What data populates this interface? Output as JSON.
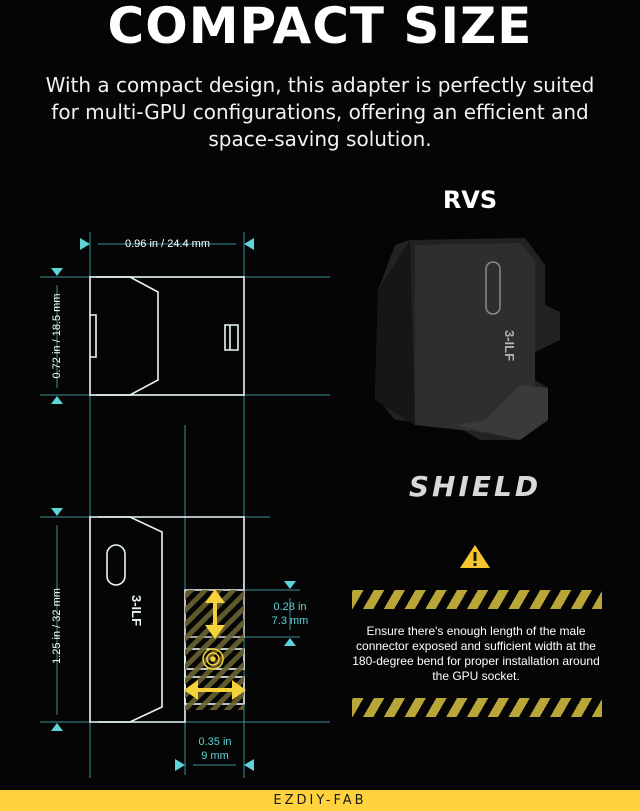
{
  "header": {
    "title": "COMPACT SIZE",
    "description": "With a compact design, this adapter is perfectly suited for multi-GPU configurations, offering an efficient and space-saving solution."
  },
  "product": {
    "model": "RVS",
    "brand": "SHIELD",
    "logo_text": "3-ILF"
  },
  "dimensions": {
    "width": "0.96 in / 24.4 mm",
    "height_top": "0.72 in / 18.5 mm",
    "height_bottom": "1.25 in / 32 mm",
    "gap_vertical_in": "0.28 in",
    "gap_vertical_mm": "7.3 mm",
    "gap_horizontal_in": "0.35 in",
    "gap_horizontal_mm": "9 mm"
  },
  "warning": {
    "text": "Ensure there's enough length of the male connector exposed and sufficient width at the 180-degree bend for proper installation around the GPU socket."
  },
  "footer": {
    "brand": "EZDIY-FAB"
  },
  "colors": {
    "background": "#050505",
    "accent_cyan": "#5fd4d8",
    "accent_yellow": "#ffd23e",
    "arrow_yellow": "#f6d23a"
  },
  "icons": [
    "warning-icon",
    "target-icon",
    "arrow-vertical-icon",
    "arrow-horizontal-icon"
  ]
}
